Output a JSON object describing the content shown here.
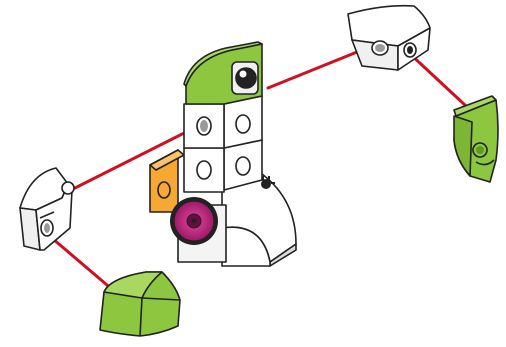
{
  "diagram": {
    "kind": "assembly-instruction",
    "labels": [],
    "colors": {
      "background": "#ffffff",
      "outline": "#222222",
      "connector_line": "#d01020",
      "block_white": "#ffffff",
      "block_shade": "#e8e8e8",
      "green": "#8dc63f",
      "green_dark": "#5e9a22",
      "orange": "#f7a833",
      "gear": "#c0237f",
      "gear_dark": "#7a0f4e",
      "gray_hole": "#9a9a9a"
    },
    "parts": [
      {
        "name": "robot-body",
        "type": "assembled-model"
      },
      {
        "name": "corner-piece-left",
        "type": "white-curved-block"
      },
      {
        "name": "corner-piece-right",
        "type": "white-curved-block"
      },
      {
        "name": "green-cap-left",
        "type": "green-curved-block"
      },
      {
        "name": "green-cap-right",
        "type": "green-curved-block"
      }
    ],
    "connections": [
      {
        "from": "robot-body",
        "to": "corner-piece-left"
      },
      {
        "from": "corner-piece-left",
        "to": "green-cap-left"
      },
      {
        "from": "robot-body",
        "to": "corner-piece-right"
      },
      {
        "from": "corner-piece-right",
        "to": "green-cap-right"
      }
    ]
  }
}
